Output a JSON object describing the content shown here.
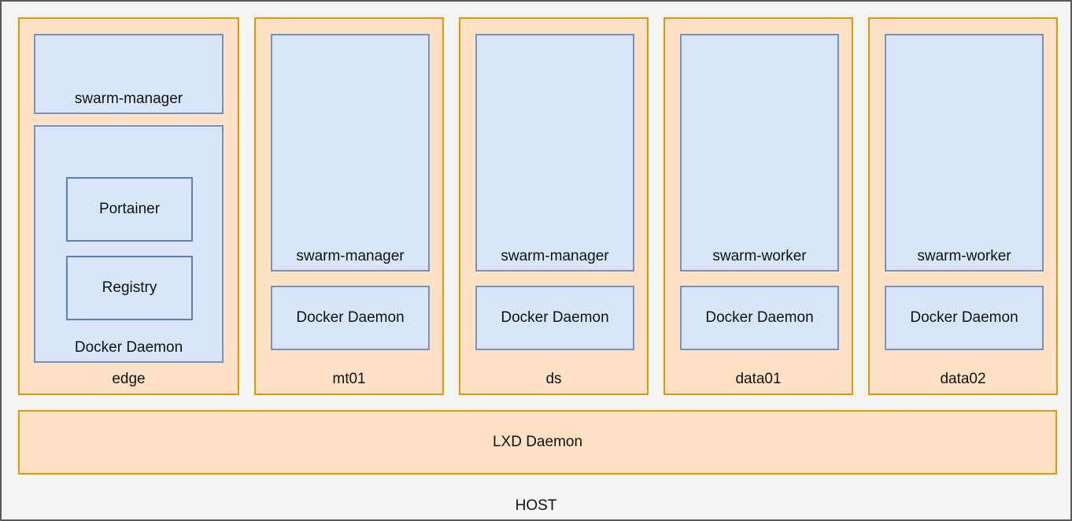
{
  "diagram": {
    "host_label": "HOST",
    "hypervisor": {
      "label": "LXD Daemon"
    },
    "colors": {
      "container_fill": "#ffe2c6",
      "container_border": "#dd9b00",
      "box_fill": "#d9e6fa",
      "box_border": "#7593c0",
      "service_border": "#5b82b8",
      "page_background": "#f4f4f4",
      "frame_border": "#595959",
      "text": "#111111"
    },
    "containers": [
      {
        "name": "edge",
        "role_box": {
          "label": "swarm-manager"
        },
        "daemon_box": {
          "label": "Docker Daemon",
          "services": [
            {
              "label": "Portainer"
            },
            {
              "label": "Registry"
            }
          ]
        }
      },
      {
        "name": "mt01",
        "role_box": {
          "label": "swarm-manager"
        },
        "daemon_box": {
          "label": "Docker Daemon",
          "services": []
        }
      },
      {
        "name": "ds",
        "role_box": {
          "label": "swarm-manager"
        },
        "daemon_box": {
          "label": "Docker Daemon",
          "services": []
        }
      },
      {
        "name": "data01",
        "role_box": {
          "label": "swarm-worker"
        },
        "daemon_box": {
          "label": "Docker Daemon",
          "services": []
        }
      },
      {
        "name": "data02",
        "role_box": {
          "label": "swarm-worker"
        },
        "daemon_box": {
          "label": "Docker Daemon",
          "services": []
        }
      }
    ]
  }
}
